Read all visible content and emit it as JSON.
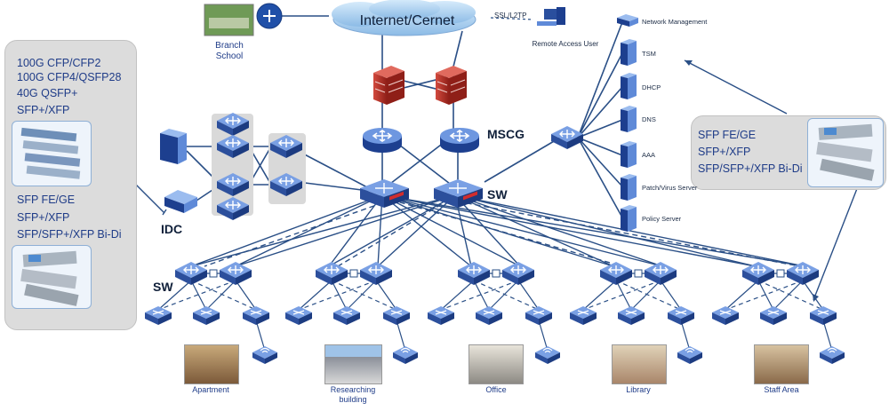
{
  "cloud": {
    "label": "Internet/Cernet"
  },
  "top": {
    "branch_label": "Branch\nSchool",
    "ssl_label": "SSL/L2TP",
    "remote_label": "Remote Access User"
  },
  "core": {
    "mscg_label": "MSCG",
    "sw_label": "SW",
    "idc_label": "IDC",
    "sw_left_label": "SW"
  },
  "servers": [
    {
      "label": "Network Management"
    },
    {
      "label": "TSM"
    },
    {
      "label": "DHCP"
    },
    {
      "label": "DNS"
    },
    {
      "label": "AAA"
    },
    {
      "label": "Patch/Virus Server"
    },
    {
      "label": "Policy Server"
    }
  ],
  "left_panel": {
    "lines_top": [
      "100G CFP/CFP2",
      "100G CFP4/QSFP28",
      "40G QSFP+",
      "SFP+/XFP"
    ],
    "lines_bottom": [
      "SFP FE/GE",
      "SFP+/XFP",
      "SFP/SFP+/XFP Bi-Di"
    ]
  },
  "right_panel": {
    "lines": [
      "SFP FE/GE",
      "SFP+/XFP",
      "SFP/SFP+/XFP Bi-Di"
    ]
  },
  "buildings": [
    {
      "label": "Apartment"
    },
    {
      "label": "Researching\nbuilding"
    },
    {
      "label": "Office"
    },
    {
      "label": "Library"
    },
    {
      "label": "Staff Area"
    }
  ],
  "colors": {
    "device": "#1e4aa0",
    "device_light": "#5b86d6",
    "link": "#2a4f86",
    "firewall": "#b8302a",
    "panel": "#dcdcdc",
    "cloud": "#a9cdf0"
  }
}
